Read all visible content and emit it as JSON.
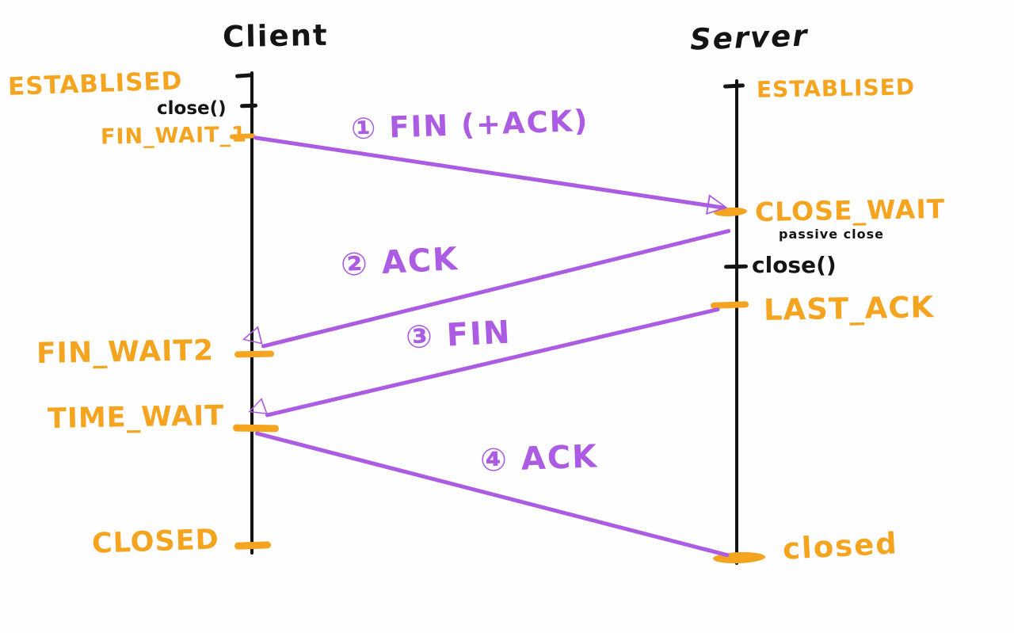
{
  "colors": {
    "orange": "#F5A41F",
    "purple": "#AC5CE2",
    "ink": "#141414"
  },
  "titles": {
    "client": "Client",
    "server": "Server"
  },
  "client": {
    "established": "ESTABLISED",
    "close_call": "close()",
    "fin_wait_1": "FIN_WAIT_1",
    "fin_wait_2": "FIN_WAIT2",
    "time_wait": "TIME_WAIT",
    "closed": "CLOSED"
  },
  "server": {
    "established": "ESTABLISED",
    "close_wait": "CLOSE_WAIT",
    "passive_close_note": "passive close",
    "close_call": "close()",
    "last_ack": "LAST_ACK",
    "closed": "closed"
  },
  "messages": {
    "m1": "① FIN (+ACK)",
    "m2": "② ACK",
    "m3": "③ FIN",
    "m4": "④ ACK"
  },
  "icons": {
    "arrow_right": "▷",
    "arrow_left": "◁"
  }
}
